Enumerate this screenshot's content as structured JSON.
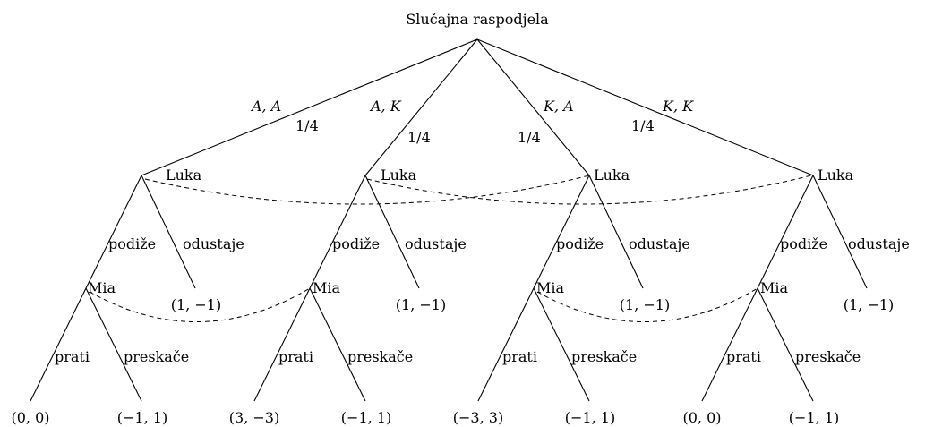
{
  "root": {
    "label": "Slučajna raspodjela"
  },
  "chance_edges": [
    {
      "label": "A, A",
      "prob": "1/4"
    },
    {
      "label": "A, K",
      "prob": "1/4"
    },
    {
      "label": "K, A",
      "prob": "1/4"
    },
    {
      "label": "K, K",
      "prob": "1/4"
    }
  ],
  "luka_nodes": [
    {
      "label": "Luka",
      "raise": "podiže",
      "fold": "odustaje",
      "fold_payoff": "(1, −1)"
    },
    {
      "label": "Luka",
      "raise": "podiže",
      "fold": "odustaje",
      "fold_payoff": "(1, −1)"
    },
    {
      "label": "Luka",
      "raise": "podiže",
      "fold": "odustaje",
      "fold_payoff": "(1, −1)"
    },
    {
      "label": "Luka",
      "raise": "podiže",
      "fold": "odustaje",
      "fold_payoff": "(1, −1)"
    }
  ],
  "mia_nodes": [
    {
      "label": "Mia",
      "call": "prati",
      "pass": "preskače",
      "call_payoff": "(0, 0)",
      "pass_payoff": "(−1, 1)"
    },
    {
      "label": "Mia",
      "call": "prati",
      "pass": "preskače",
      "call_payoff": "(3, −3)",
      "pass_payoff": "(−1, 1)"
    },
    {
      "label": "Mia",
      "call": "prati",
      "pass": "preskače",
      "call_payoff": "(−3, 3)",
      "pass_payoff": "(−1, 1)"
    },
    {
      "label": "Mia",
      "call": "prati",
      "pass": "preskače",
      "call_payoff": "(0, 0)",
      "pass_payoff": "(−1, 1)"
    }
  ]
}
